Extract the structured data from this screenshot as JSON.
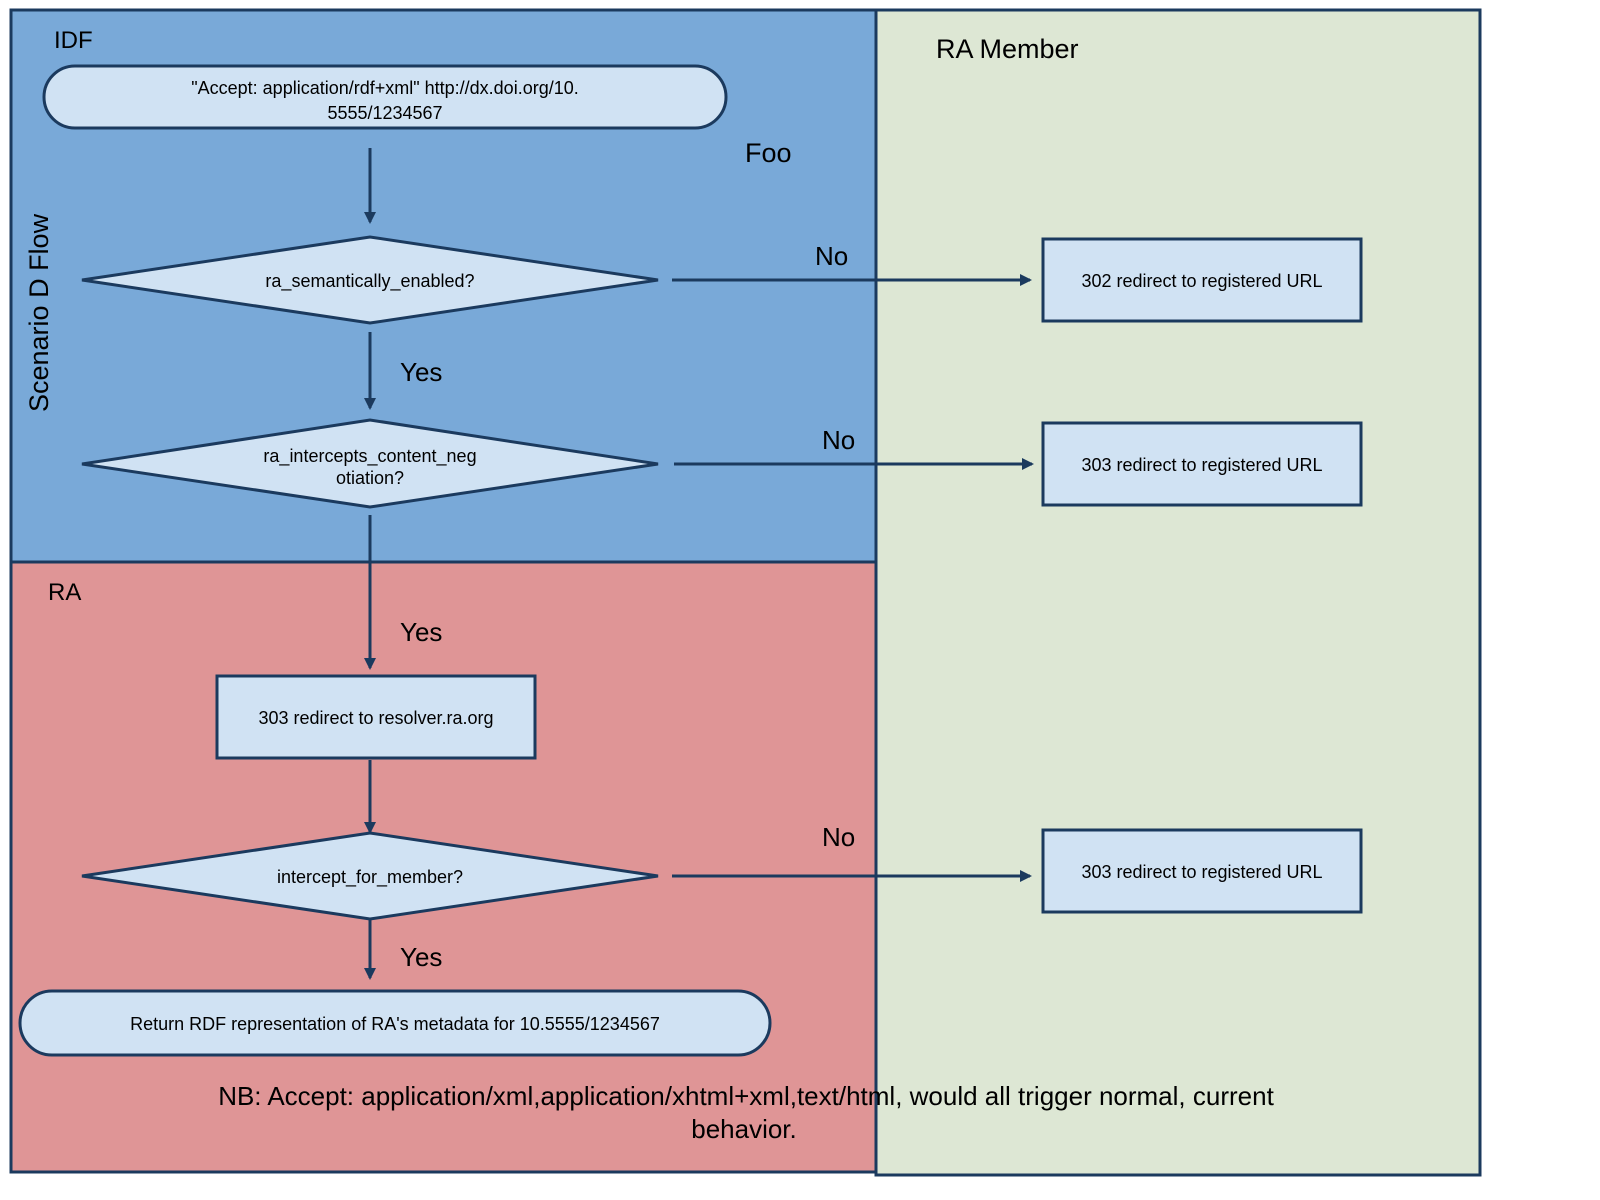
{
  "diagram": {
    "title": "Scenario D Flow",
    "lanes": {
      "idf": {
        "label": "IDF",
        "color": "#79a9d8"
      },
      "ra": {
        "label": "RA",
        "color": "#df9596"
      },
      "member": {
        "label": "RA Member",
        "color": "#dde7d4"
      }
    },
    "floating_label": "Foo",
    "nodes": {
      "start_line1": "\"Accept: application/rdf+xml\" http://dx.doi.org/10.",
      "start_line2": "5555/1234567",
      "decision_semantic": "ra_semantically_enabled?",
      "decision_intercepts_line1": "ra_intercepts_content_neg",
      "decision_intercepts_line2": "otiation?",
      "redirect_resolver": "303 redirect to resolver.ra.org",
      "decision_member": "intercept_for_member?",
      "end_return": "Return RDF representation of RA's metadata for 10.5555/1234567",
      "member_302": "302 redirect to registered URL",
      "member_303_a": "303 redirect to registered URL",
      "member_303_b": "303 redirect to registered URL"
    },
    "edge_labels": {
      "no_1": "No",
      "yes_1": "Yes",
      "no_2": "No",
      "yes_2": "Yes",
      "no_3": "No",
      "yes_3": "Yes"
    },
    "note_line1": "NB: Accept: application/xml,application/xhtml+xml,text/html, would all trigger normal, current",
    "note_line2": "behavior.",
    "colors": {
      "node_fill": "#d0e2f3",
      "stroke": "#1b3a5e"
    }
  }
}
